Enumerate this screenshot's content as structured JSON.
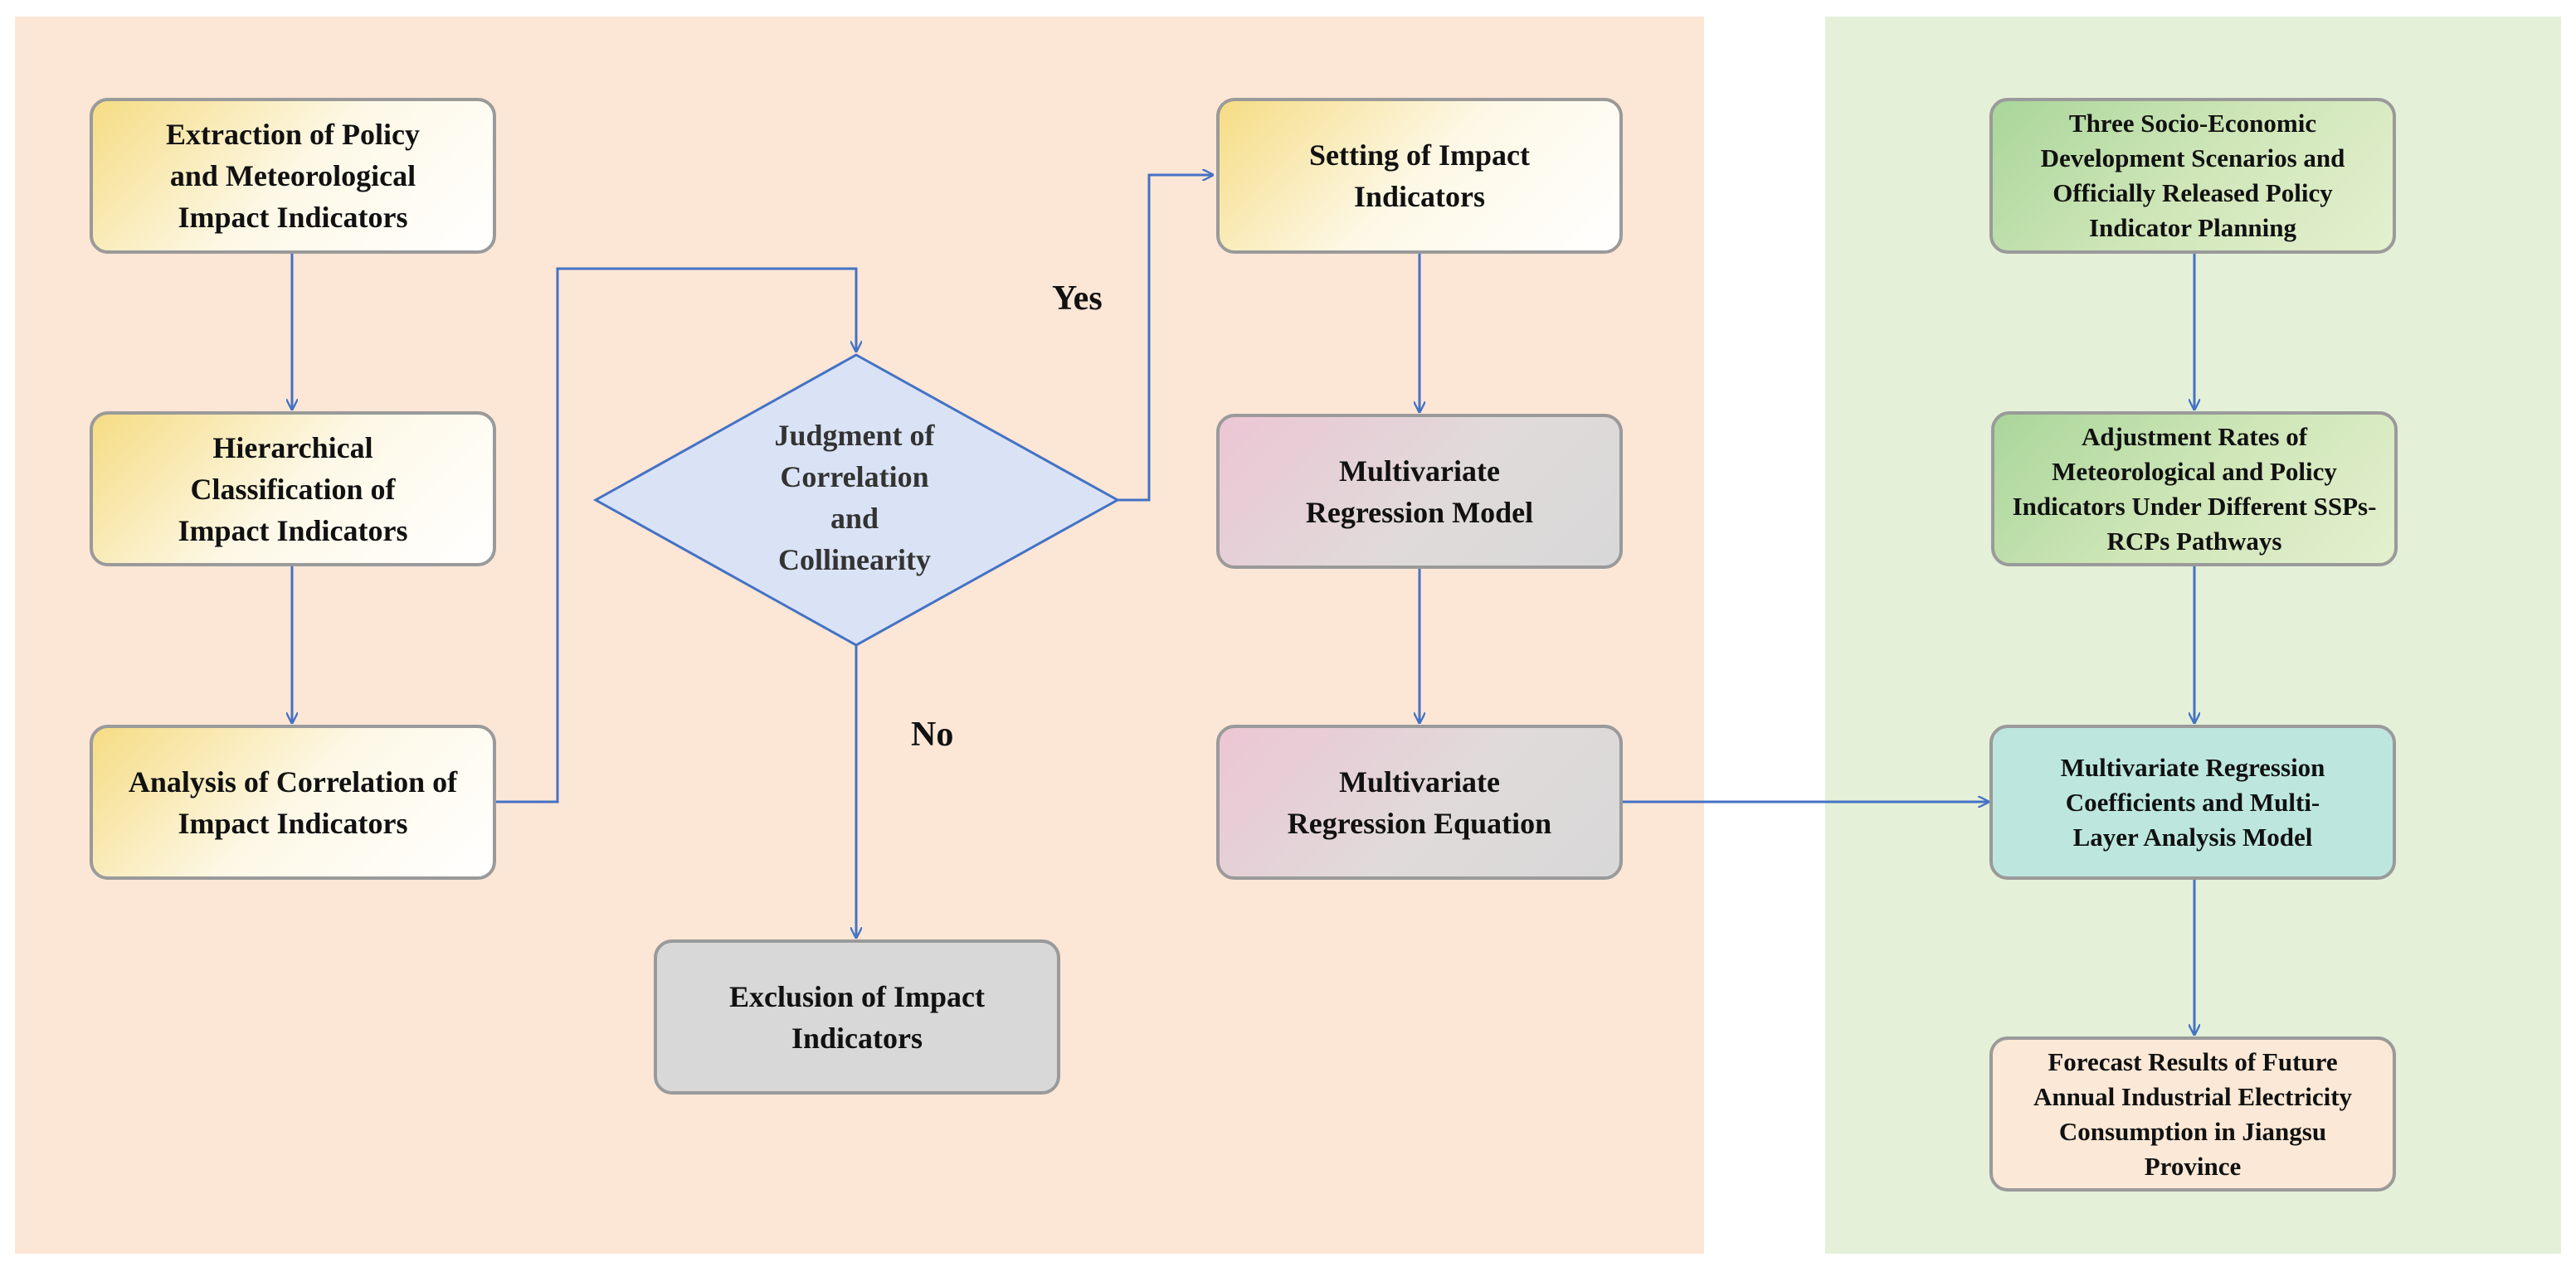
{
  "nodes": {
    "extraction": "Extraction of Policy and Meteorological Impact Indicators",
    "hierarchical": "Hierarchical Classification of Impact Indicators",
    "analysis": "Analysis of Correlation of Impact Indicators",
    "judgment": "Judgment of Correlation and Collinearity",
    "exclusion": "Exclusion of Impact Indicators",
    "setting": "Setting of Impact Indicators",
    "model": "Multivariate Regression Model",
    "equation": "Multivariate Regression Equation",
    "scenarios": "Three Socio-Economic Development Scenarios and Officially Released Policy Indicator Planning",
    "adjustment": "Adjustment Rates of Meteorological and Policy Indicators Under Different SSPs-RCPs Pathways",
    "coefficients": "Multivariate Regression Coefficients and Multi-Layer Analysis Model",
    "forecast": "Forecast Results of Future Annual Industrial Electricity Consumption in Jiangsu Province"
  },
  "edge_labels": {
    "yes": "Yes",
    "no": "No"
  },
  "colors": {
    "left_panel": "#fce6d6",
    "right_panel": "#e4f0d8",
    "arrow": "#4472c4",
    "diamond_fill": "#dae3f5",
    "box_border": "#9a9a9a"
  }
}
